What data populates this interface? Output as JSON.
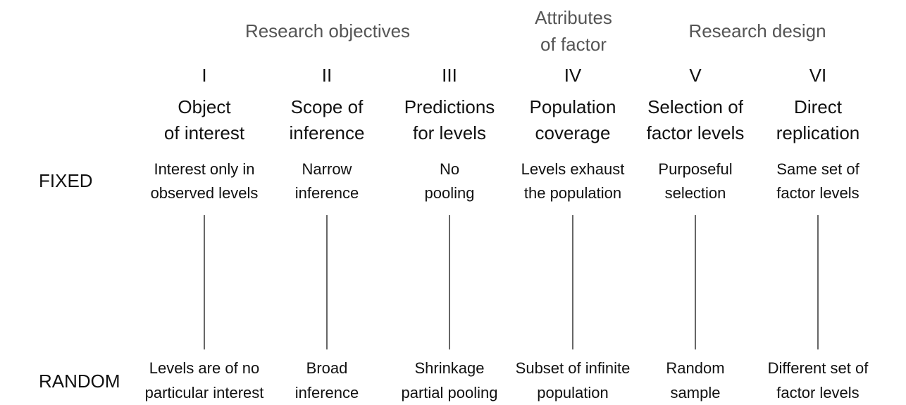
{
  "groups": {
    "research_objectives": "Research objectives",
    "attributes_of_factor": "Attributes\nof factor",
    "research_design": "Research design"
  },
  "rows": {
    "fixed": "FIXED",
    "random": "RANDOM"
  },
  "columns": [
    {
      "numeral": "I",
      "title": "Object\nof interest",
      "fixed": "Interest only in\nobserved levels",
      "random": "Levels are of no\nparticular interest"
    },
    {
      "numeral": "II",
      "title": "Scope of\ninference",
      "fixed": "Narrow\ninference",
      "random": "Broad\ninference"
    },
    {
      "numeral": "III",
      "title": "Predictions\nfor levels",
      "fixed": "No\npooling",
      "random": "Shrinkage\npartial pooling"
    },
    {
      "numeral": "IV",
      "title": "Population\ncoverage",
      "fixed": "Levels exhaust\nthe population",
      "random": "Subset of infinite\npopulation"
    },
    {
      "numeral": "V",
      "title": "Selection of\nfactor levels",
      "fixed": "Purposeful\nselection",
      "random": "Random\nsample"
    },
    {
      "numeral": "VI",
      "title": "Direct\nreplication",
      "fixed": "Same set of\nfactor levels",
      "random": "Different set of\nfactor levels"
    }
  ]
}
